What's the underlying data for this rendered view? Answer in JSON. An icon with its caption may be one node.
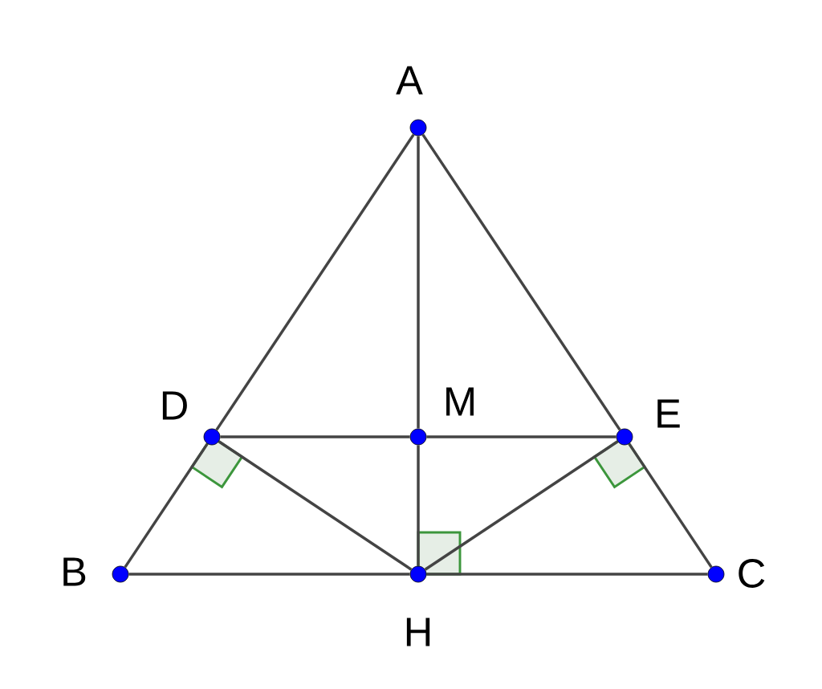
{
  "diagram": {
    "nodes": [
      {
        "text": [
          "A"
        ]
      },
      {
        "text": [
          "B"
        ]
      },
      {
        "text": [
          "C"
        ]
      },
      {
        "text": [
          "D"
        ]
      },
      {
        "text": [
          "E"
        ]
      },
      {
        "text": [
          "M"
        ]
      },
      {
        "text": [
          "H"
        ]
      }
    ],
    "edges": [
      {
        "from": 0,
        "to": 3,
        "arrow": "none"
      },
      {
        "from": 3,
        "to": 1,
        "arrow": "none"
      },
      {
        "from": 0,
        "to": 4,
        "arrow": "none"
      },
      {
        "from": 4,
        "to": 2,
        "arrow": "none"
      },
      {
        "from": 1,
        "to": 6,
        "arrow": "none"
      },
      {
        "from": 6,
        "to": 2,
        "arrow": "none"
      },
      {
        "from": 0,
        "to": 5,
        "arrow": "none"
      },
      {
        "from": 5,
        "to": 6,
        "arrow": "none"
      },
      {
        "from": 3,
        "to": 5,
        "arrow": "none"
      },
      {
        "from": 5,
        "to": 4,
        "arrow": "none"
      },
      {
        "from": 3,
        "to": 6,
        "arrow": "none"
      },
      {
        "from": 4,
        "to": 6,
        "arrow": "none"
      }
    ]
  }
}
